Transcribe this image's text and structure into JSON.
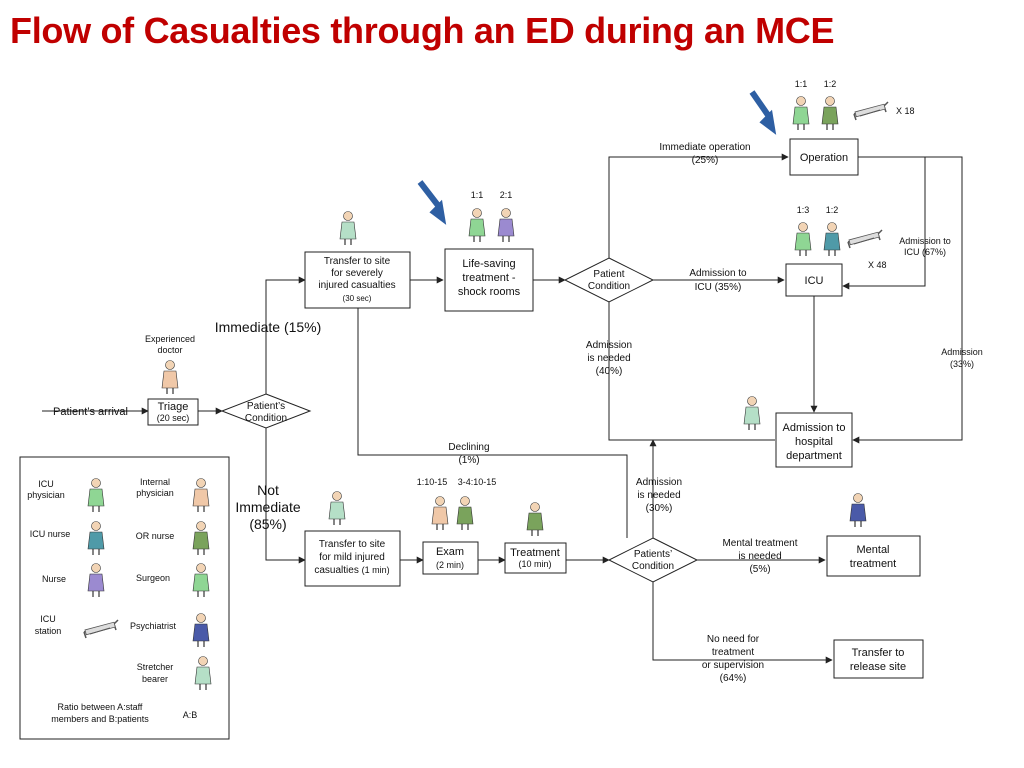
{
  "title": "Flow of Casualties through an ED during an MCE",
  "arrival": "Patient’s arrival",
  "triage": {
    "label": "Triage",
    "time": "(20 sec)"
  },
  "doctor_label": [
    "Experienced",
    "doctor"
  ],
  "cond_main": [
    "Patient’s",
    "Condition"
  ],
  "immediate": "Immediate (15%)",
  "not_immediate": [
    "Not",
    "Immediate",
    "(85%)"
  ],
  "severe": {
    "lines": [
      "Transfer to site",
      "for severely",
      "injured casualties"
    ],
    "time": "(30 sec)"
  },
  "lifesaving": {
    "lines": [
      "Life-saving",
      "treatment -",
      "shock rooms"
    ],
    "ratios": [
      "1:1",
      "2:1"
    ]
  },
  "cond_top": [
    "Patient",
    "Condition"
  ],
  "imm_op": [
    "Immediate operation",
    "(25%)"
  ],
  "operation": {
    "label": "Operation",
    "ratios": [
      "1:1",
      "1:2"
    ],
    "count": "X 18"
  },
  "adm_icu": [
    "Admission to",
    "ICU (35%)"
  ],
  "icu": {
    "label": "ICU",
    "ratios": [
      "1:3",
      "1:2"
    ],
    "count": "X 48"
  },
  "op_to_icu": [
    "Admission to",
    "ICU (67%)"
  ],
  "op_admission": [
    "Admission",
    "(33%)"
  ],
  "adm_needed_40": [
    "Admission",
    "is needed",
    "(40%)"
  ],
  "hospital": [
    "Admission to",
    "hospital",
    "department"
  ],
  "declining": [
    "Declining",
    "(1%)"
  ],
  "mild": {
    "lines": [
      "Transfer to site",
      "for mild injured"
    ],
    "last": "casualties",
    "time": "(1 min)"
  },
  "exam": {
    "label": "Exam",
    "time": "(2 min)",
    "ratios": [
      "1:10-15",
      "3-4:10-15"
    ]
  },
  "treatment": {
    "label": "Treatment",
    "time": "(10 min)"
  },
  "cond_bottom": [
    "Patients’",
    "Condition"
  ],
  "adm_needed_30": [
    "Admission",
    "is needed",
    "(30%)"
  ],
  "mental_needed": [
    "Mental treatment",
    "is needed",
    "(5%)"
  ],
  "mental": [
    "Mental",
    "treatment"
  ],
  "no_need": [
    "No need for",
    "treatment",
    "or supervision",
    "(64%)"
  ],
  "release": [
    "Transfer to",
    "release site"
  ],
  "legend": {
    "icu_physician": [
      "ICU",
      "physician"
    ],
    "internal_physician": [
      "Internal",
      "physician"
    ],
    "icu_nurse": "ICU nurse",
    "or_nurse": "OR nurse",
    "nurse": "Nurse",
    "surgeon": "Surgeon",
    "icu_station": [
      "ICU",
      "station"
    ],
    "psychiatrist": "Psychiatrist",
    "stretcher": [
      "Stretcher",
      "bearer"
    ],
    "ratio": [
      "Ratio between A:staff",
      "members and B:patients"
    ],
    "ab": "A:B"
  },
  "colors": {
    "title": "#c00000",
    "arrow_blue": "#2e5fa3",
    "icu_staff": "#8fd694",
    "or_nurse": "#7aa35c",
    "nurse": "#9b8ad0",
    "internal": "#f0c8a8",
    "stretcher": "#b5dfc7"
  }
}
